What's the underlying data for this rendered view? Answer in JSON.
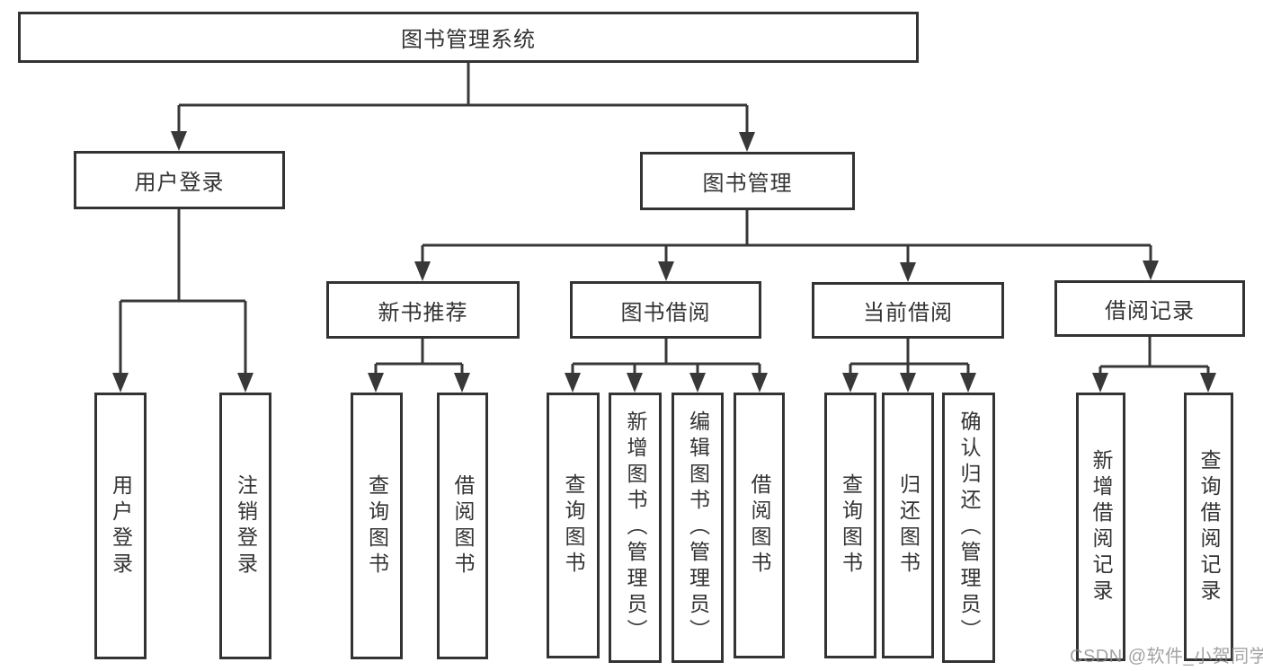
{
  "diagram": {
    "type": "hierarchy",
    "colors": {
      "line": "#383838",
      "border": "#333333",
      "text": "#333333",
      "background": "#ffffff",
      "watermark": "#8c8c8c"
    }
  },
  "tree": {
    "label": "图书管理系统",
    "children": [
      {
        "label": "用户登录",
        "children": [
          {
            "label": "用户登录"
          },
          {
            "label": "注销登录"
          }
        ]
      },
      {
        "label": "图书管理",
        "children": [
          {
            "label": "新书推荐",
            "children": [
              {
                "label": "查询图书"
              },
              {
                "label": "借阅图书"
              }
            ]
          },
          {
            "label": "图书借阅",
            "children": [
              {
                "label": "查询图书"
              },
              {
                "label": "新增图书（管理员）"
              },
              {
                "label": "编辑图书（管理员）"
              },
              {
                "label": "借阅图书"
              }
            ]
          },
          {
            "label": "当前借阅",
            "children": [
              {
                "label": "查询图书"
              },
              {
                "label": "归还图书"
              },
              {
                "label": "确认归还（管理员）"
              }
            ]
          },
          {
            "label": "借阅记录",
            "children": [
              {
                "label": "新增借阅记录"
              },
              {
                "label": "查询借阅记录"
              }
            ]
          }
        ]
      }
    ]
  },
  "watermark": {
    "text": "CSDN @软件_小贺同学"
  }
}
